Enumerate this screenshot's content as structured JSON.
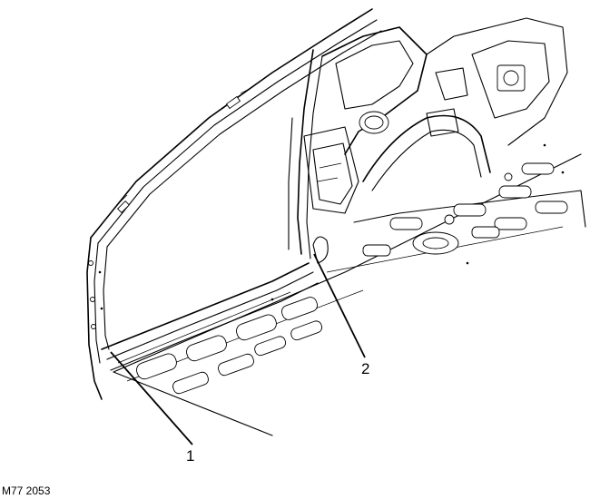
{
  "callouts": [
    {
      "label": "1"
    },
    {
      "label": "2"
    }
  ],
  "figure_code": "M77 2053"
}
